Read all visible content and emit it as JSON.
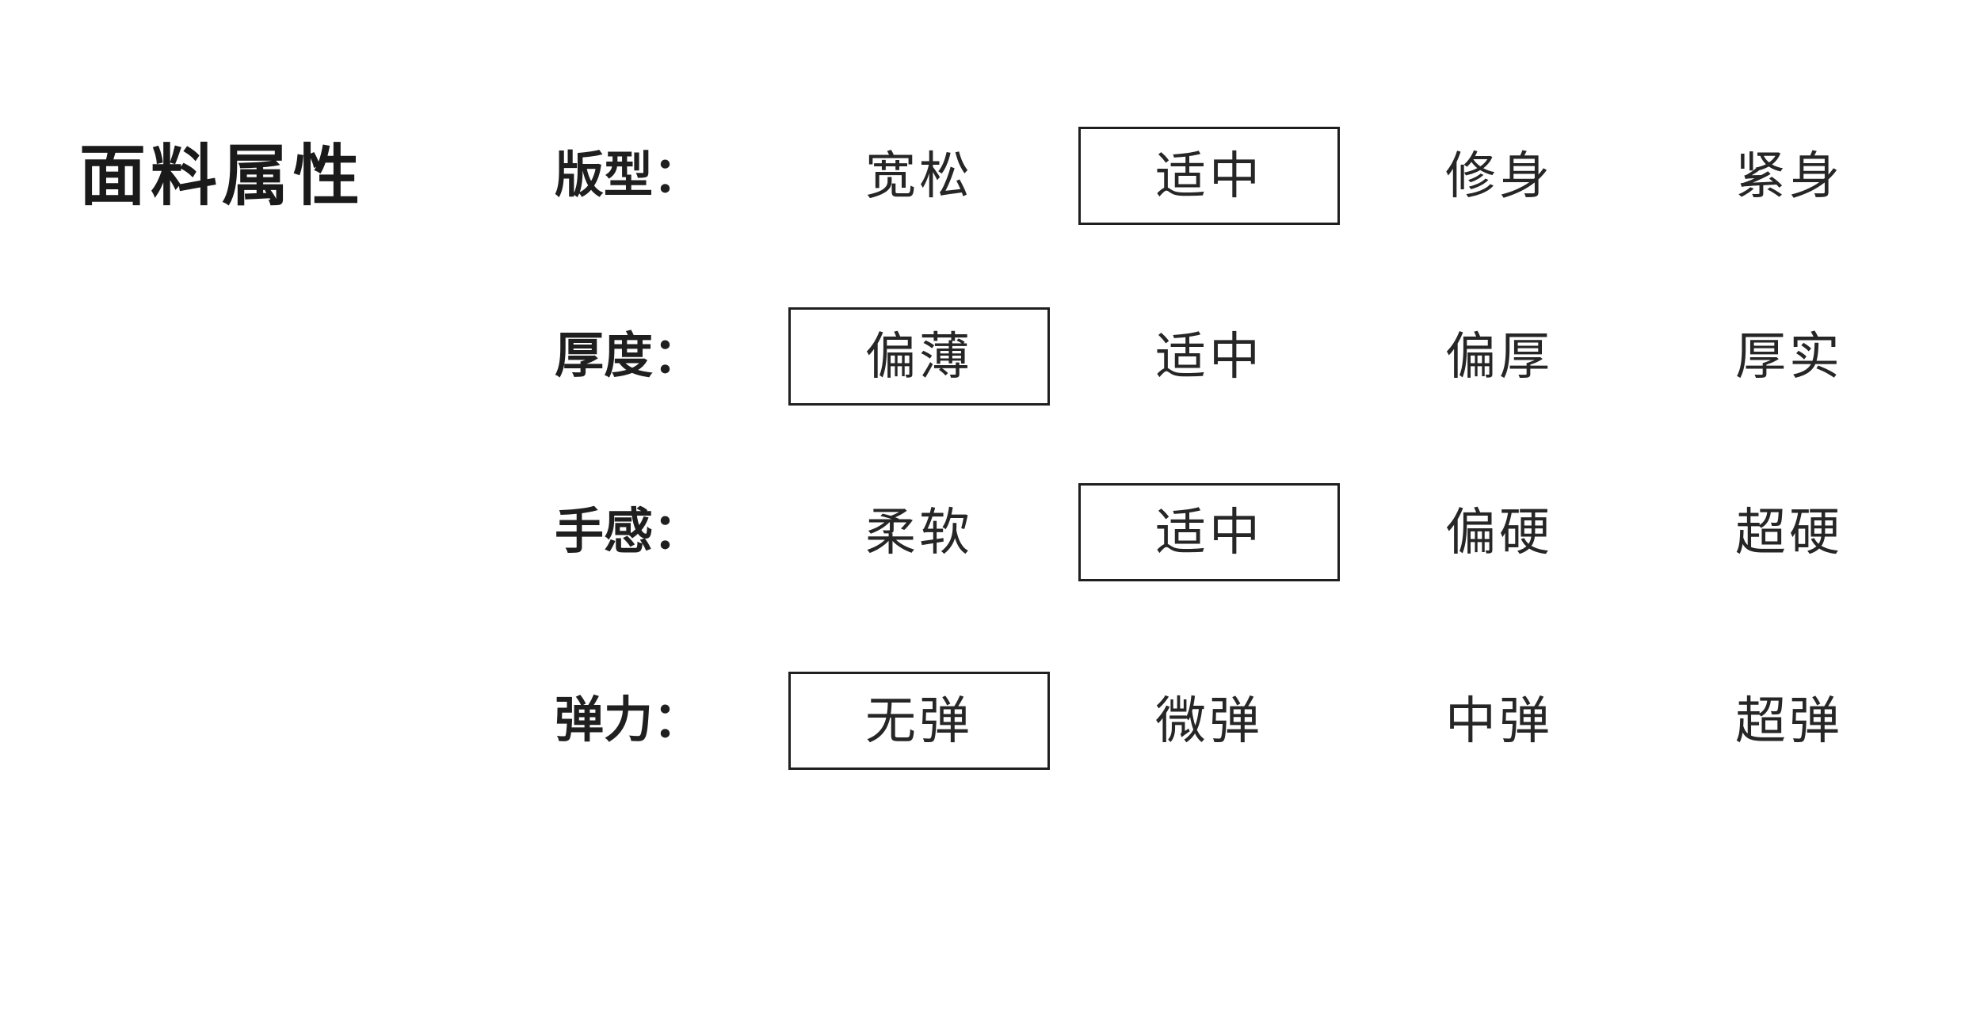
{
  "title": "面料属性",
  "colors": {
    "background": "#ffffff",
    "text": "#262626",
    "label_text": "#1f1f1f",
    "selected_box_border": "#1f1f1f"
  },
  "attributes": {
    "rows": [
      {
        "display_label": "版型：",
        "options": [
          {
            "text": "宽松",
            "selected": false
          },
          {
            "text": "适中",
            "selected": true
          },
          {
            "text": "修身",
            "selected": false
          },
          {
            "text": "紧身",
            "selected": false
          }
        ]
      },
      {
        "display_label": "厚度：",
        "options": [
          {
            "text": "偏薄",
            "selected": true
          },
          {
            "text": "适中",
            "selected": false
          },
          {
            "text": "偏厚",
            "selected": false
          },
          {
            "text": "厚实",
            "selected": false
          }
        ]
      },
      {
        "display_label": "手感：",
        "options": [
          {
            "text": "柔软",
            "selected": false
          },
          {
            "text": "适中",
            "selected": true
          },
          {
            "text": "偏硬",
            "selected": false
          },
          {
            "text": "超硬",
            "selected": false
          }
        ]
      },
      {
        "display_label": "弹力：",
        "options": [
          {
            "text": "无弹",
            "selected": true
          },
          {
            "text": "微弹",
            "selected": false
          },
          {
            "text": "中弹",
            "selected": false
          },
          {
            "text": "超弹",
            "selected": false
          }
        ]
      }
    ]
  }
}
